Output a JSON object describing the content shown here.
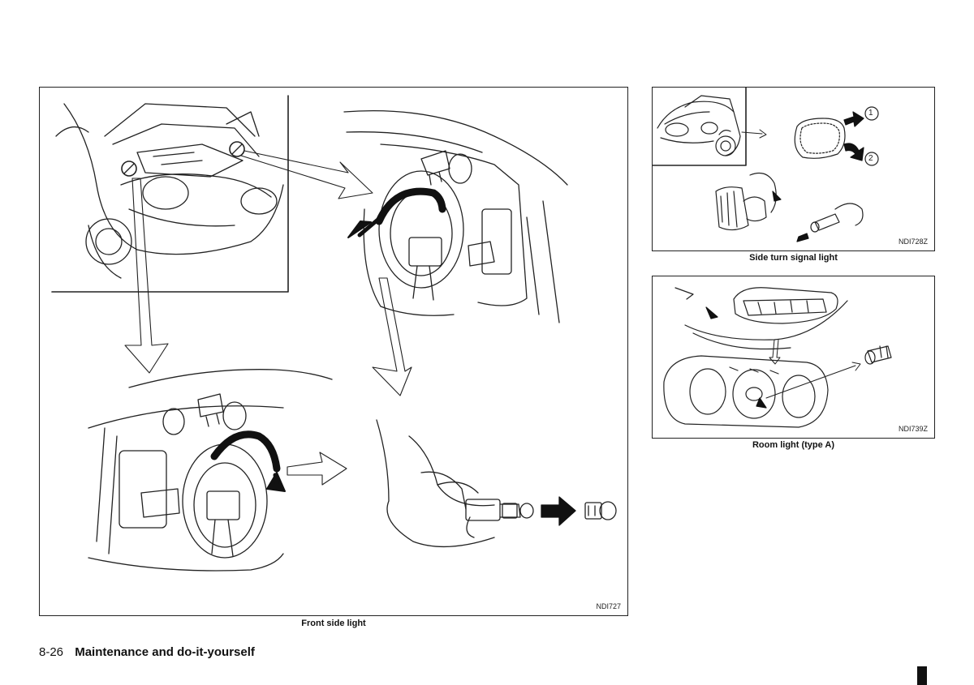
{
  "figures": {
    "front_side_light": {
      "code": "NDI727",
      "caption": "Front side light"
    },
    "side_turn_signal": {
      "code": "NDI728Z",
      "caption": "Side turn signal light",
      "callouts": [
        "1",
        "2"
      ]
    },
    "room_light": {
      "code": "NDI739Z",
      "caption": "Room light (type A)"
    }
  },
  "footer": {
    "page_number": "8-26",
    "section_title": "Maintenance and do-it-yourself"
  }
}
